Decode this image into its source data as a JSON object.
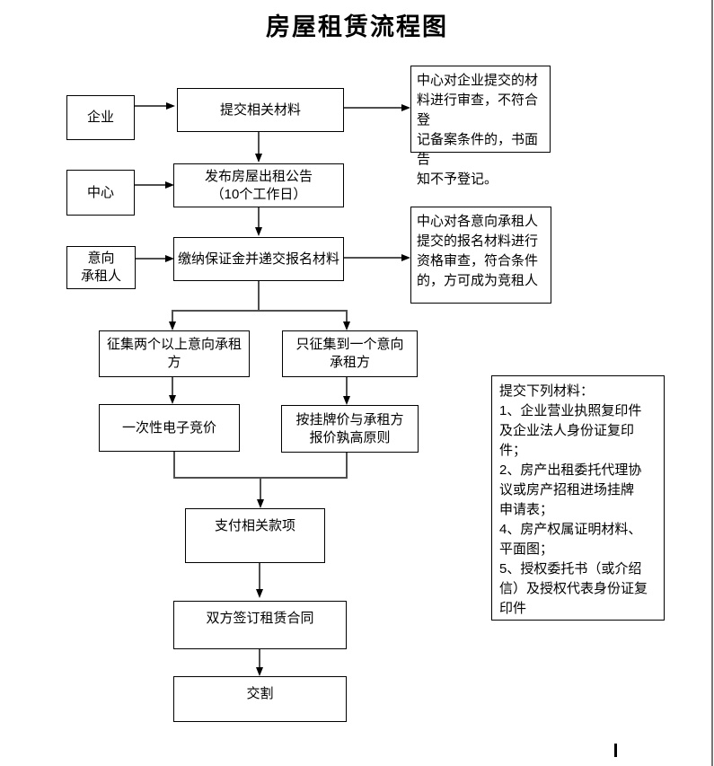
{
  "diagram": {
    "title": "房屋租赁流程图",
    "actors": {
      "enterprise": "企业",
      "center": "中心",
      "intended_tenant": "意向\n承租人"
    },
    "steps": {
      "submit_materials": "提交相关材料",
      "publish_notice": "发布房屋出租公告\n（10个工作日）",
      "pay_deposit": "缴纳保证金并递交报名材料",
      "two_or_more_tenants": "征集两个以上意向承租\n方",
      "only_one_tenant": "只征集到一个意向\n承租方",
      "electronic_bidding": "一次性电子竞价",
      "higher_price_rule": "按挂牌价与承租方\n报价孰高原则",
      "make_payment": "支付相关款项",
      "sign_contract": "双方签订租赁合同",
      "handover": "交割"
    },
    "notes": {
      "material_review": "中心对企业提交的材\n料进行审查，不符合登\n记备案条件的，书面告\n知不予登记。",
      "qualification_review": "中心对各意向承租人\n提交的报名材料进行\n资格审查，符合条件\n的，方可成为竞租人",
      "required_materials": "提交下列材料：\n1、企业营业执照复印件\n及企业法人身份证复印\n件；\n2、房产出租委托代理协\n议或房产招租进场挂牌\n申请表；\n4、房产权属证明材料、\n平面图；\n5、授权委托书（或介绍\n信）及授权代表身份证复\n印件"
    },
    "colors": {
      "line": "#4f4f4f",
      "border": "#000000",
      "page_edge": "#777777"
    }
  }
}
